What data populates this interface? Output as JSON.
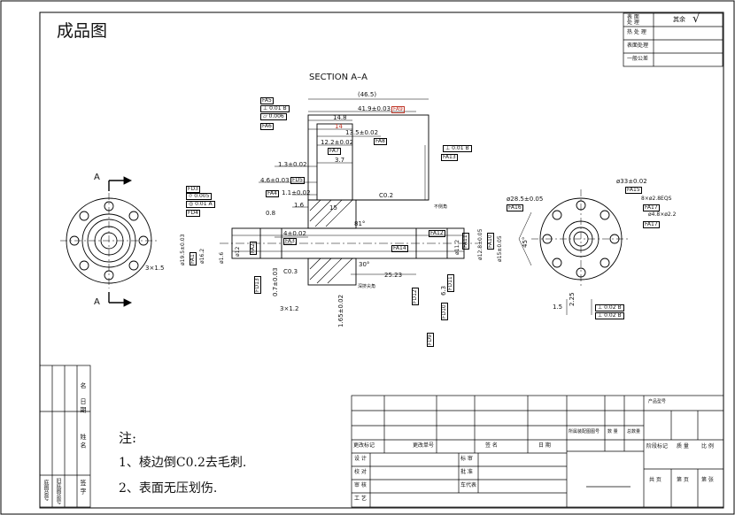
{
  "title": "成品图",
  "section_label": "SECTION A–A",
  "section_markers": {
    "top": "A",
    "bottom": "A"
  },
  "top_right_table": {
    "rows": [
      {
        "label": "表 面\n处 理",
        "value": "其余"
      },
      {
        "label": "热 处 理",
        "value": ""
      },
      {
        "label": "表面处理",
        "value": ""
      },
      {
        "label": "一般公差",
        "value": ""
      }
    ]
  },
  "dims": {
    "d465": "(46.5)",
    "d419": "41.9±0.03",
    "fa9": "FA9",
    "d148": "14.8",
    "d14": "14",
    "d135": "13.5±0.02",
    "fa8": "FA8",
    "d122": "12.2±0.02",
    "fa7": "FA7",
    "d37": "3.7",
    "d13": "1.3±0.02",
    "d46": "4.6±0.03",
    "fd5": "FD5",
    "d11": "1.1±0.02",
    "fa4": "FA4",
    "d16": "1.6",
    "c02": "C0.2",
    "d45": "4±0.02",
    "fa3": "FA3",
    "c03": "C0.3",
    "d07": "0.7±0.03",
    "d2523": "25.23",
    "d3r": "3×1.2",
    "d165": "1.65±0.02",
    "fa14": "FA14",
    "fa12": "FA12",
    "fa5": "FA5",
    "fa6": "FA6",
    "gt1": "0.01",
    "gt2": "0.006",
    "gt1b": "B",
    "fa13": "FA13",
    "gt3": "0.01",
    "gt3b": "B",
    "fd3": "FD3",
    "fd4": "FD4",
    "gt4": "0.005",
    "gt5": "0.01",
    "gt5b": "A",
    "fd13": "FD13",
    "fd12": "FD12",
    "fd11": "FD11",
    "fd10": "FD10",
    "fd9": "FD9",
    "d63": "6.3",
    "ang30": "30°",
    "ang81": "81°",
    "ang15": "15",
    "d08": "0.8",
    "note_small1": "不侧角",
    "note_small2": "深挤尖角",
    "fa1": "FA1",
    "fa2": "FA2",
    "fa10": "FA10",
    "fa11": "FA11",
    "d3fl": "3×1.5",
    "d285": "ø28.5±0.05",
    "fa16": "FA16",
    "d33": "ø33±0.02",
    "fa15": "FA15",
    "d8x28": "8×ø2.8EQS",
    "fa17": "FA17",
    "d48": "ø4.8×ø2.2",
    "fa17b": "FA17",
    "ang45": "45°",
    "d15": "1.5",
    "d225": "2.25",
    "gt6": "0.02",
    "gt6b": "B",
    "gt7": "0.02",
    "gt7b": "B",
    "v1": "ø15±0.05",
    "v2": "ø12.8±0.05",
    "v3": "ø11.2",
    "v4": "ø19.5±0.03",
    "v5": "ø16.2",
    "v6": "ø12",
    "v7": "ø1.6"
  },
  "notes": {
    "heading": "注:",
    "items": [
      "1、棱边倒C0.2去毛刺.",
      "2、表面无压划伤."
    ]
  },
  "left_vertical_cells": [
    "名",
    "日 期",
    "姓 名",
    "签 字",
    "旧底图总号",
    "底图总号"
  ],
  "title_block": {
    "change_row": [
      "更改标记",
      "更改单号",
      "签  名",
      "日  期"
    ],
    "sign_rows": [
      "设 计",
      "校 对",
      "审 核",
      "工 艺"
    ],
    "sign_rows_right": [
      "标 审",
      "批 准",
      "车代表"
    ],
    "mid_labels": [
      "所属装配图图号",
      "数 量",
      "总数量"
    ],
    "product_model": "产品型号",
    "marks_row": [
      "阶段标记",
      "质 量",
      "比 例"
    ],
    "page_row": [
      "共  页",
      "第  页",
      "第  张"
    ]
  }
}
